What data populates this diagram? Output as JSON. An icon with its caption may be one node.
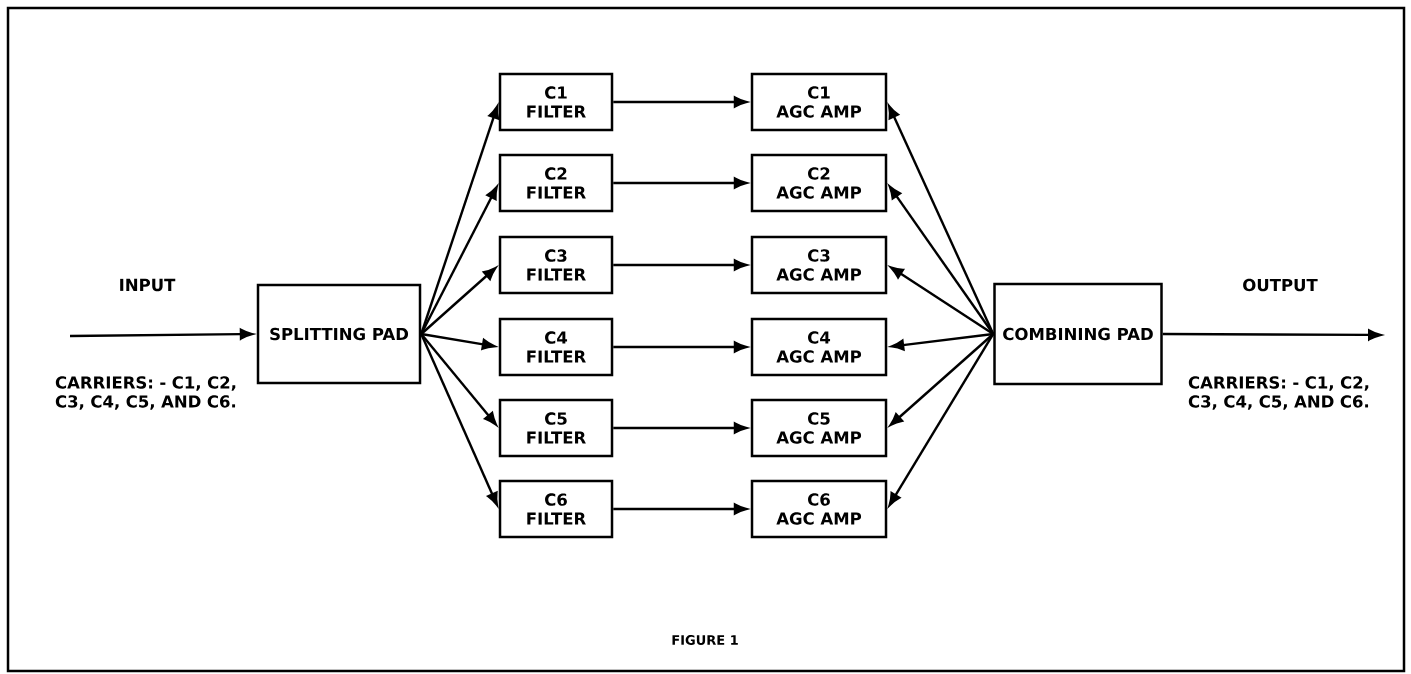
{
  "diagram": {
    "caption": "FIGURE 1",
    "nodes": [
      {
        "text": [
          "SPLITTING PAD"
        ]
      },
      {
        "text": [
          "C1 FILTER"
        ]
      },
      {
        "text": [
          "C2 FILTER"
        ]
      },
      {
        "text": [
          "C3 FILTER"
        ]
      },
      {
        "text": [
          "C4 FILTER"
        ]
      },
      {
        "text": [
          "C5 FILTER"
        ]
      },
      {
        "text": [
          "C6 FILTER"
        ]
      },
      {
        "text": [
          "C1 AGC AMP"
        ]
      },
      {
        "text": [
          "C2 AGC AMP"
        ]
      },
      {
        "text": [
          "C3 AGC AMP"
        ]
      },
      {
        "text": [
          "C4 AGC AMP"
        ]
      },
      {
        "text": [
          "C5 AGC AMP"
        ]
      },
      {
        "text": [
          "C6 AGC AMP"
        ]
      },
      {
        "text": [
          "COMBINING PAD"
        ]
      }
    ],
    "edges": [
      {
        "from": null,
        "to": 0,
        "arrow": "to"
      },
      {
        "from": 0,
        "to": 1,
        "arrow": "to"
      },
      {
        "from": 0,
        "to": 2,
        "arrow": "to"
      },
      {
        "from": 0,
        "to": 3,
        "arrow": "to"
      },
      {
        "from": 0,
        "to": 4,
        "arrow": "to"
      },
      {
        "from": 0,
        "to": 5,
        "arrow": "to"
      },
      {
        "from": 0,
        "to": 6,
        "arrow": "to"
      },
      {
        "from": 1,
        "to": 7,
        "arrow": "to"
      },
      {
        "from": 2,
        "to": 8,
        "arrow": "to"
      },
      {
        "from": 3,
        "to": 9,
        "arrow": "to"
      },
      {
        "from": 4,
        "to": 10,
        "arrow": "to"
      },
      {
        "from": 5,
        "to": 11,
        "arrow": "to"
      },
      {
        "from": 6,
        "to": 12,
        "arrow": "to"
      },
      {
        "from": 13,
        "to": 7,
        "arrow": "to"
      },
      {
        "from": 13,
        "to": 8,
        "arrow": "to"
      },
      {
        "from": 13,
        "to": 9,
        "arrow": "to"
      },
      {
        "from": 13,
        "to": 10,
        "arrow": "to"
      },
      {
        "from": 13,
        "to": 11,
        "arrow": "to"
      },
      {
        "from": 13,
        "to": 12,
        "arrow": "to"
      },
      {
        "from": 13,
        "to": null,
        "arrow": "to"
      }
    ],
    "labels": [
      "INPUT",
      "OUTPUT",
      "CARRIERS: - C1, C2, C3, C4, C5, AND C6.",
      "CARRIERS: - C1, C2, C3, C4, C5, AND C6."
    ]
  }
}
